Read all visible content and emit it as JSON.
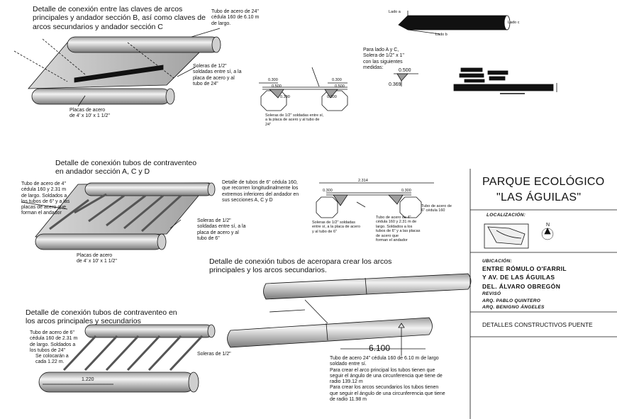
{
  "panel_a": {
    "title": "Detalle de conexión entre las claves de arcos\nprincipales y andador sección B, así como claves de\narcos secundarios y andador sección C",
    "note_tubo": "Tubo de acero de 24\"\ncédula 160 de 6.10 m\nde largo.",
    "note_soleras": "Soleras de 1/2\"\nsoldadas entre sí, a la\nplaca de acero y al\ntubo de 24\"",
    "note_placas": "Placas de acero\nde 4' x 10' x 1 1/2\""
  },
  "panel_b": {
    "dim_a": "0.300",
    "dim_b": "0.300",
    "dim_c": "0.500",
    "dim_d": "0.500",
    "dim_e": "0.300",
    "dim_f": "0.300",
    "note": "Soleras de 1/2\" soldadas entre sí,\na la placa de acero y al tubo de\n24\""
  },
  "panel_c": {
    "label_a": "Lado a",
    "label_b": "Lado b",
    "label_c": "Lado c",
    "note": "Para lado A y C,\nSolera de 1/2\" x 1\"\ncon las siguientes\nmedidas:",
    "dim_1": "0.500",
    "dim_2": "0.369"
  },
  "panel_d": {
    "title": "Detalle de conexión tubos de contraventeo\nen andador sección A, C y D",
    "note_left": "Tubo de acero de 4\"\ncédula 160 y 2.31 m\nde largo. Soldados a\nlos tubos de 6\" y a las\nplacas de acero que\nforman el andador",
    "note_right": "Detalle de tubos de 6\" cédula 160,\nque recorren longitudinalmente los\nextremos inferiores del andador en\nsus secciones A, C y D",
    "note_soleras": "Soleras de 1/2\"\nsoldadas entre sí, a la\nplaca de acero y al\ntubo de 6\"",
    "note_placas": "Placas de acero\nde 4' x 10' x 1 1/2\""
  },
  "panel_e": {
    "dim_top": "2.314",
    "dim_a": "0.300",
    "dim_b": "0.300",
    "note_soleras": "Soleras de 1/2\" soldadas\nentre sí, a la placa de acero\ny al tubo de 6\"",
    "note_tubo4": "Tubo de acero de 4\"\ncédula 160 y 2.31 m de\nlargo. Soldados a los\ntubos de 6\" y a las placas\nde acero que\nforman el andador",
    "note_tubo6": "Tubo de acero de\n6\" cédula 160"
  },
  "panel_f": {
    "title": "Detalle de conexión tubos de contraventeo en\nlos arcos principales y secundarios",
    "note_tubo": "Tubo de acero de 6\"\ncédula 160 de 2.31 m\nde largo. Soldados a\nlos tubos de 24\"",
    "note_spacing": "Se colocarán a\ncada 1.22 m.",
    "note_soleras": "Soleras de 1/2\"",
    "dim": "1.220"
  },
  "panel_g": {
    "title": "Detalle de conexión tubos de aceropara crear los arcos\nprincipales y los arcos secundarios.",
    "dim": "6.100",
    "note": "Tubo de acero 24\" cédula 160 de 6.10 m de largo\nsoldado entre sí.\nPara crear el arco principal los tubos tienen que\nseguir el ángulo de una circunferencia que tiene de\nradio  139.12 m\nPara crear los arcos secundarios los tubos tienen\nque seguir el ángulo de una circunferencia que tiene\nde radio  11.98 m"
  },
  "title_block": {
    "project_line1": "PARQUE ECOLÓGICO",
    "project_line2": "\"LAS ÁGUILAS\"",
    "localizacion": "LOCALIZACIÓN:",
    "north": "N",
    "ubicacion": "UBICACIÓN:",
    "address_1": "ENTRE RÓMULO O'FARRIL",
    "address_2": "Y AV. DE LAS ÁGUILAS",
    "address_3": "DEL. ÁLVARO OBREGÓN",
    "reviso": "REVISÓ",
    "reviewer_1": "ARQ. PABLO QUINTERO",
    "reviewer_2": "ARQ. BENIGNO ÁNGELES",
    "sheet_title": "DETALLES CONSTRUCTIVOS PUENTE"
  },
  "colors": {
    "line": "#111111",
    "tube_light": "#e6e6e6",
    "tube_dark": "#8c8c8c",
    "plate": "#bdbdbd"
  }
}
